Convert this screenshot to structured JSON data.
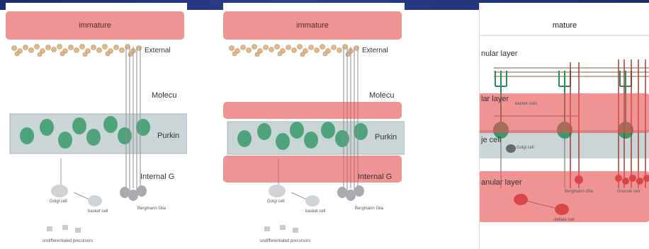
{
  "panels": [
    {
      "title": "immature",
      "layers": {
        "external": "External",
        "molecular": "Molecu",
        "purkinje": "Purkin",
        "internal": "Internal G"
      },
      "cells": {
        "golgi": "Golgi cell",
        "basket": "basket cell",
        "bergmann": "Bergmann Glia",
        "precursors": "undifferentiated precursors"
      }
    },
    {
      "title": "immature",
      "layers": {
        "external": "External",
        "molecular": "Molecu",
        "purkinje": "Purkin",
        "internal": "Internal G"
      },
      "cells": {
        "golgi": "Golgi cell",
        "basket": "basket cell",
        "bergmann": "Bergmann Glia",
        "precursors": "undifferentiated precursors"
      }
    },
    {
      "title": "mature",
      "layers": {
        "granular_top": "nular layer",
        "molecular": "lar layer",
        "purkinje": "je cell",
        "granular": "anular layer"
      },
      "cells": {
        "basket": "basket cells",
        "golgi": "Golgi cell",
        "bergmann": "Bergmann Glia",
        "granule": "Granule cell",
        "stellate": "stellate cell"
      }
    }
  ],
  "colors": {
    "highlight": "#e65050",
    "purkinje_band": "#c9d5d6",
    "granule": "#e0b98a",
    "purkinje_cell": "#3a9a6a",
    "mature_red": "#c83232"
  }
}
